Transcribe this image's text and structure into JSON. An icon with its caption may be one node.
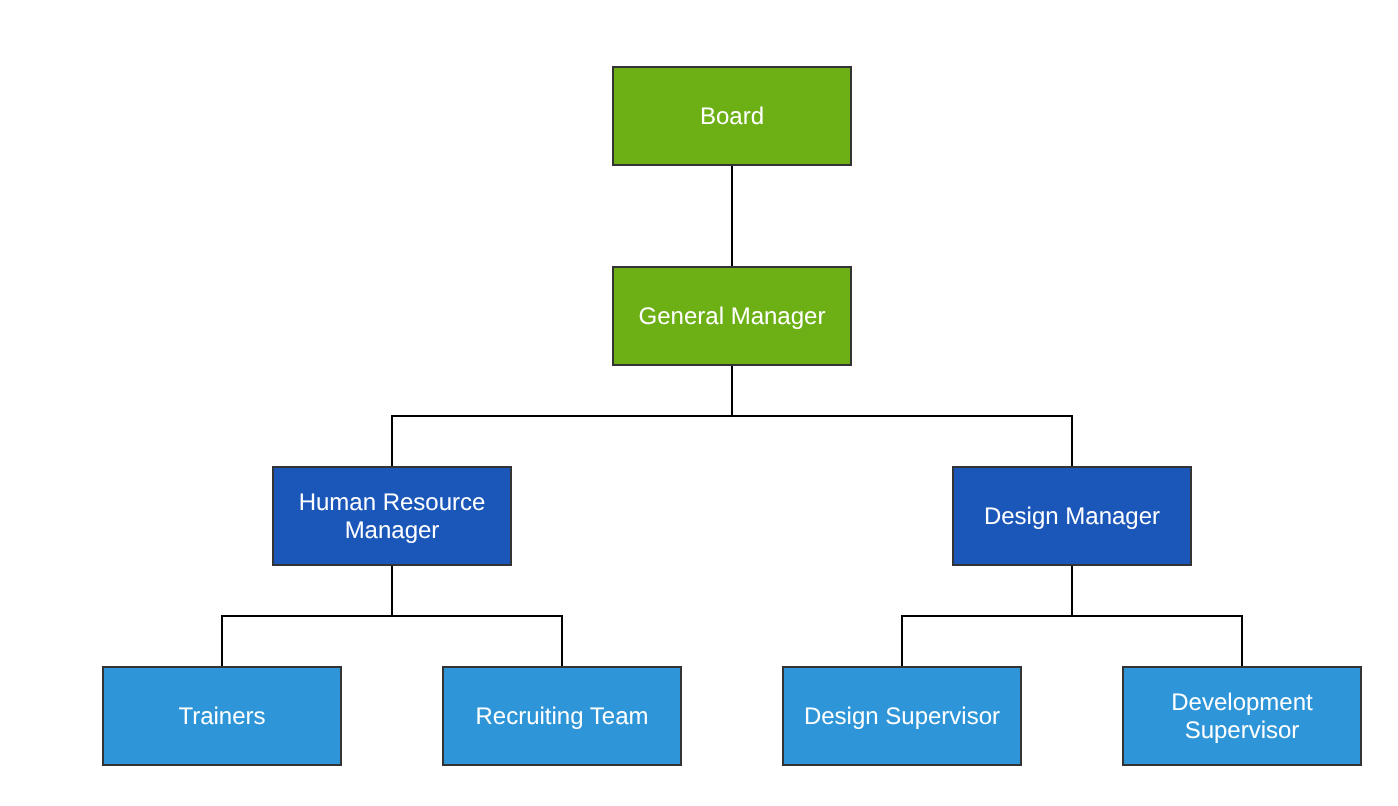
{
  "diagram": {
    "nodes": [
      {
        "text": [
          "Board"
        ]
      },
      {
        "text": [
          "General Manager"
        ]
      },
      {
        "text": [
          "Human Resource Manager"
        ]
      },
      {
        "text": [
          "Design Manager"
        ]
      },
      {
        "text": [
          "Trainers"
        ]
      },
      {
        "text": [
          "Recruiting Team"
        ]
      },
      {
        "text": [
          "Design Supervisor"
        ]
      },
      {
        "text": [
          "Development Supervisor"
        ]
      }
    ],
    "edges": [
      {
        "from": 0,
        "to": 1,
        "arrow": "none"
      },
      {
        "from": 1,
        "to": 2,
        "arrow": "none"
      },
      {
        "from": 1,
        "to": 3,
        "arrow": "none"
      },
      {
        "from": 2,
        "to": 4,
        "arrow": "none"
      },
      {
        "from": 2,
        "to": 5,
        "arrow": "none"
      },
      {
        "from": 3,
        "to": 6,
        "arrow": "none"
      },
      {
        "from": 3,
        "to": 7,
        "arrow": "none"
      }
    ]
  }
}
